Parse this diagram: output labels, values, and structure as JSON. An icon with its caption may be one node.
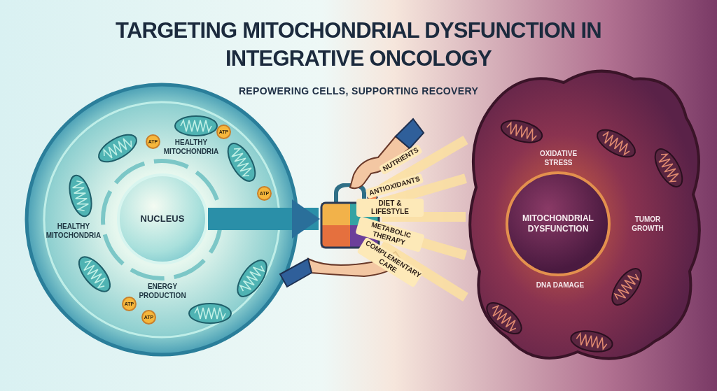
{
  "diagram": {
    "title": "TARGETING MITOCHONDRIAL DYSFUNCTION IN INTEGRATIVE ONCOLOGY",
    "nodes": [
      {
        "text": [],
        "shape": "circle"
      },
      {
        "text": [
          "NUCLEUS"
        ],
        "in": 0
      },
      {
        "text": [
          "ATP"
        ],
        "in": 0
      },
      {
        "text": [
          "ATP"
        ],
        "in": 0
      },
      {
        "text": [
          "ATP"
        ],
        "in": 0
      },
      {
        "text": [
          "ATP"
        ],
        "in": 0
      },
      {
        "text": [
          "ATP"
        ],
        "in": 0
      },
      {
        "text": [],
        "shape": "picture"
      },
      {
        "text": [],
        "shape": "cloud"
      },
      {
        "text": [
          "MITOCHONDRIAL DYSFUNCTION"
        ],
        "in": 8
      }
    ],
    "edges": [
      {
        "from": 1,
        "to": 7,
        "arrow": "to",
        "style": "thick",
        "color": "#2a8fa8"
      },
      {
        "from": 7,
        "to": 8,
        "arrow": "none",
        "label": "NUTRIENTS"
      },
      {
        "from": 7,
        "to": 8,
        "arrow": "none",
        "label": "ANTIOXIDANTS"
      },
      {
        "from": 7,
        "to": 8,
        "arrow": "none",
        "label": "DIET & LIFESTYLE"
      },
      {
        "from": 7,
        "to": 8,
        "arrow": "none",
        "label": "METABOLIC THERAPY"
      },
      {
        "from": 7,
        "to": 8,
        "arrow": "none",
        "label": "COMPLEMENTARY CARE"
      }
    ],
    "labels": [
      "REPOWERING CELLS, SUPPORTING RECOVERY",
      "HEALTHY MITOCHONDRIA",
      "HEALTHY MITOCHONDRIA",
      "ENERGY PRODUCTION",
      "OXIDATIVE STRESS",
      "TUMOR GROWTH",
      "DNA DAMAGE"
    ]
  }
}
